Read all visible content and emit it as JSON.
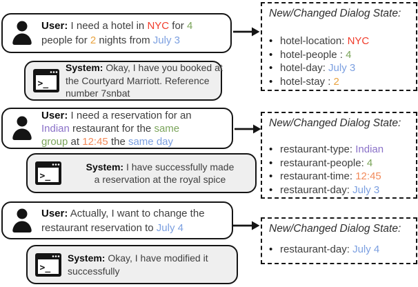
{
  "bullet_char": "•",
  "colors": {
    "red": "#f13b2a",
    "green": "#7aa45a",
    "amber": "#e9a23e",
    "salmon": "#f28a5a",
    "blue": "#7b9fe0",
    "purple": "#8a71c8",
    "ink": "#141414",
    "body_text": "#3e3e3e",
    "system_bubble_fill": "#efefef"
  },
  "icons": {
    "user": "person-silhouette",
    "system": "terminal-window",
    "arrow": "right-arrow"
  },
  "conversation": [
    {
      "speaker": "User",
      "segments": [
        {
          "t": "User:",
          "b": 1
        },
        {
          "t": " I need a hotel in "
        },
        {
          "t": "NYC",
          "c": "red"
        },
        {
          "t": " for "
        },
        {
          "t": "4",
          "c": "green"
        },
        {
          "br": 1
        },
        {
          "t": "people for "
        },
        {
          "t": "2",
          "c": "amber"
        },
        {
          "t": " nights from "
        },
        {
          "t": "July 3",
          "c": "blue"
        }
      ]
    },
    {
      "speaker": "System",
      "segments": [
        {
          "t": "System:",
          "b": 1
        },
        {
          "t": " Okay, I have you booked at"
        },
        {
          "br": 1
        },
        {
          "t": "the Courtyard Marriott. Reference"
        },
        {
          "br": 1
        },
        {
          "t": "number 7snbat"
        }
      ]
    },
    {
      "speaker": "User",
      "segments": [
        {
          "t": "User:",
          "b": 1
        },
        {
          "t": " I need a reservation for an"
        },
        {
          "br": 1
        },
        {
          "t": "Indian",
          "c": "purple"
        },
        {
          "t": " restaurant for the "
        },
        {
          "t": "same",
          "c": "green"
        },
        {
          "br": 1
        },
        {
          "t": "group",
          "c": "green"
        },
        {
          "t": " at "
        },
        {
          "t": "12:45",
          "c": "salmon"
        },
        {
          "t": " the "
        },
        {
          "t": "same day",
          "c": "blue"
        }
      ]
    },
    {
      "speaker": "System",
      "segments": [
        {
          "t": "System:",
          "b": 1
        },
        {
          "t": " I have successfully made"
        },
        {
          "br": 1
        },
        {
          "t": "a reservation at the royal spice"
        }
      ]
    },
    {
      "speaker": "User",
      "segments": [
        {
          "t": "User:",
          "b": 1
        },
        {
          "t": "  Actually, I want to change the"
        },
        {
          "br": 1
        },
        {
          "t": "restaurant reservation to "
        },
        {
          "t": "July 4",
          "c": "blue"
        }
      ]
    },
    {
      "speaker": "System",
      "segments": [
        {
          "t": "System:",
          "b": 1
        },
        {
          "t": " Okay, I have modified it"
        },
        {
          "br": 1
        },
        {
          "t": "successfully"
        }
      ]
    }
  ],
  "states": [
    {
      "title": "New/Changed Dialog State:",
      "items": [
        {
          "segments": [
            {
              "t": "hotel-location: "
            },
            {
              "t": "NYC",
              "c": "red"
            }
          ]
        },
        {
          "segments": [
            {
              "t": "hotel-people : "
            },
            {
              "t": "4",
              "c": "green"
            }
          ]
        },
        {
          "segments": [
            {
              "t": "hotel-day: "
            },
            {
              "t": "July 3",
              "c": "blue"
            }
          ]
        },
        {
          "segments": [
            {
              "t": "hotel-stay : "
            },
            {
              "t": "2",
              "c": "amber"
            }
          ]
        }
      ]
    },
    {
      "title": "New/Changed Dialog State:",
      "items": [
        {
          "segments": [
            {
              "t": "restaurant-type: "
            },
            {
              "t": "Indian",
              "c": "purple"
            }
          ]
        },
        {
          "segments": [
            {
              "t": "restaurant-people: "
            },
            {
              "t": "4",
              "c": "green"
            }
          ]
        },
        {
          "segments": [
            {
              "t": "restaurant-time: "
            },
            {
              "t": "12:45",
              "c": "salmon"
            }
          ]
        },
        {
          "segments": [
            {
              "t": "restaurant-day: "
            },
            {
              "t": "July 3",
              "c": "blue"
            }
          ]
        }
      ]
    },
    {
      "title": "New/Changed Dialog State:",
      "items": [
        {
          "segments": [
            {
              "t": "restaurant-day: "
            },
            {
              "t": "July 4",
              "c": "blue"
            }
          ]
        }
      ]
    }
  ]
}
